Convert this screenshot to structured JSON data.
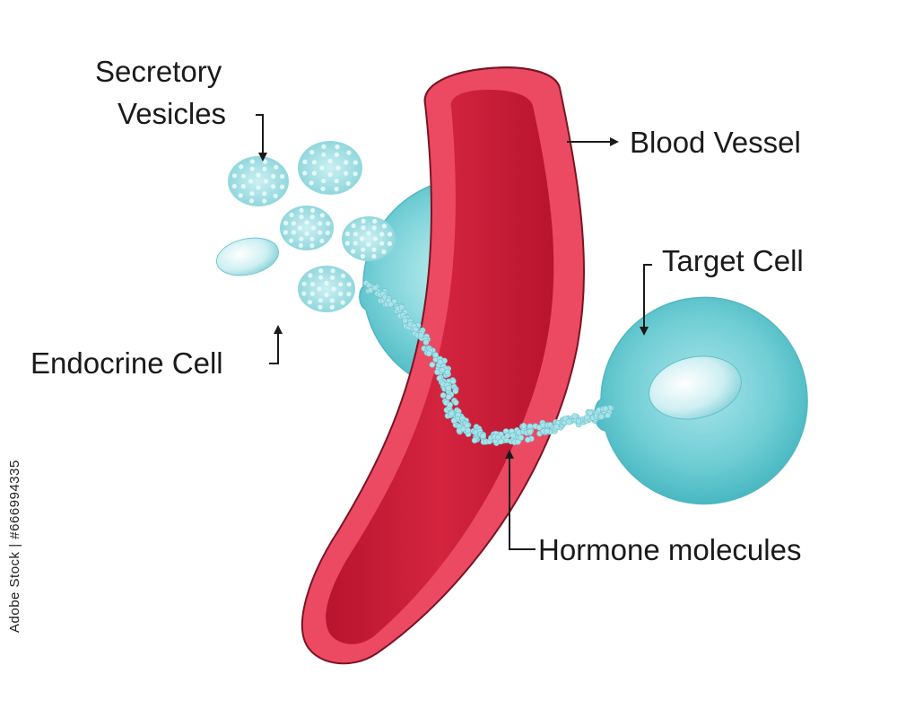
{
  "labels": {
    "secretory_vesicles_line1": "Secretory",
    "secretory_vesicles_line2": "Vesicles",
    "blood_vessel": "Blood Vessel",
    "target_cell": "Target Cell",
    "endocrine_cell": "Endocrine Cell",
    "hormone_molecules": "Hormone molecules"
  },
  "stock_id": "Adobe Stock | #666994335",
  "colors": {
    "vessel_outer": "#ec4a62",
    "vessel_inner": "#cf1f3f",
    "vessel_outline": "#7a1424",
    "cell_fill": "#5ec9d0",
    "cell_light": "#bdeef0",
    "molecule": "#a9e3ea",
    "text": "#1a1a1a"
  }
}
